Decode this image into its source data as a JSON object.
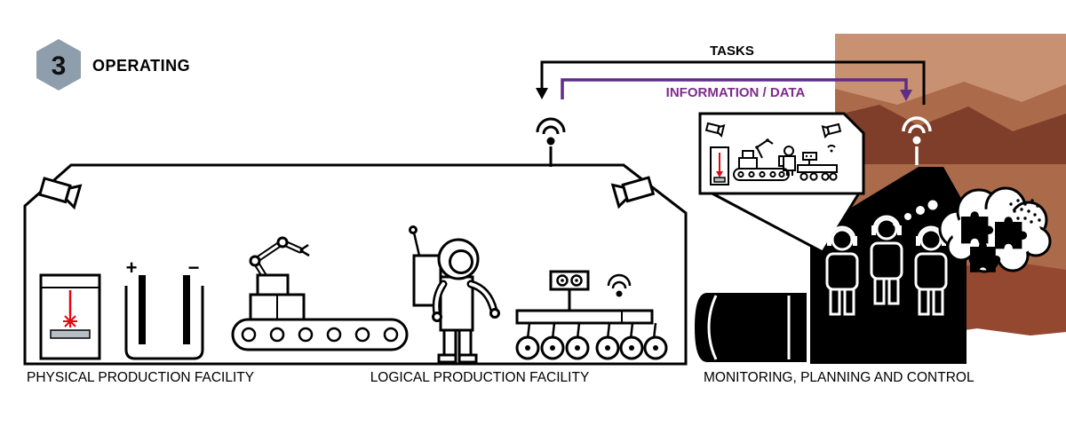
{
  "title": {
    "number": "3",
    "label": "OPERATING"
  },
  "flows": {
    "tasks": "TASKS",
    "information": "INFORMATION / DATA"
  },
  "labels": {
    "physical": "PHYSICAL PRODUCTION FACILITY",
    "logical": "LOGICAL PRODUCTION FACILITY",
    "monitoring": "MONITORING, PLANNING AND CONTROL"
  },
  "electrolysis": {
    "plus": "+",
    "minus": "−"
  },
  "icons": [
    "security-camera",
    "laser-cutter",
    "electrolysis-cell",
    "robot-arm",
    "conveyor-belt",
    "astronaut",
    "rover",
    "wifi-antenna",
    "habitat-module",
    "habitat-building",
    "operators-with-headsets",
    "thought-bubble-puzzle",
    "monitor-inset",
    "mars-terrain"
  ],
  "colors": {
    "badge": "#8f9eac",
    "purple": "#5f2c87",
    "purple_text": "#7d2a8c",
    "laser_red": "#e30613",
    "platform_gray": "#b7bec6",
    "mars_light": "#c89272",
    "mars_mid": "#ab6a4a",
    "mars_dark": "#7e3e2a",
    "mars_deep": "#93482f"
  }
}
